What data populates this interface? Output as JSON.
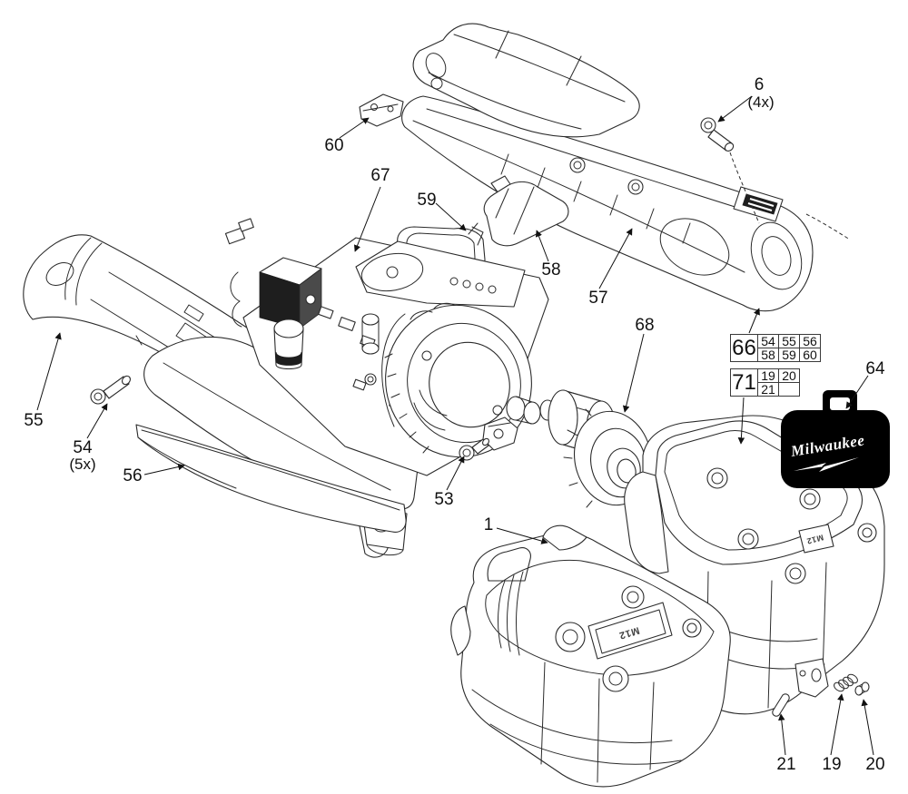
{
  "diagram": {
    "badge_m12": "M12",
    "case_brand": "Milwaukee",
    "callouts": {
      "p1": "1",
      "p6": "6",
      "p6_qty": "(4x)",
      "p19": "19",
      "p20": "20",
      "p21": "21",
      "p53": "53",
      "p54": "54",
      "p54_qty": "(5x)",
      "p55": "55",
      "p56": "56",
      "p57": "57",
      "p58": "58",
      "p59": "59",
      "p60": "60",
      "p64": "64",
      "p67": "67",
      "p68": "68"
    },
    "kit_tables": {
      "kit66": {
        "kit": "66",
        "row1": [
          "54",
          "55",
          "56"
        ],
        "row2": [
          "58",
          "59",
          "60"
        ]
      },
      "kit71": {
        "kit": "71",
        "row1": [
          "19",
          "20"
        ],
        "row2": [
          "21",
          ""
        ]
      }
    },
    "colors": {
      "ink": "#111111",
      "line": "#2b2b2b",
      "case_fill": "#000000"
    }
  }
}
